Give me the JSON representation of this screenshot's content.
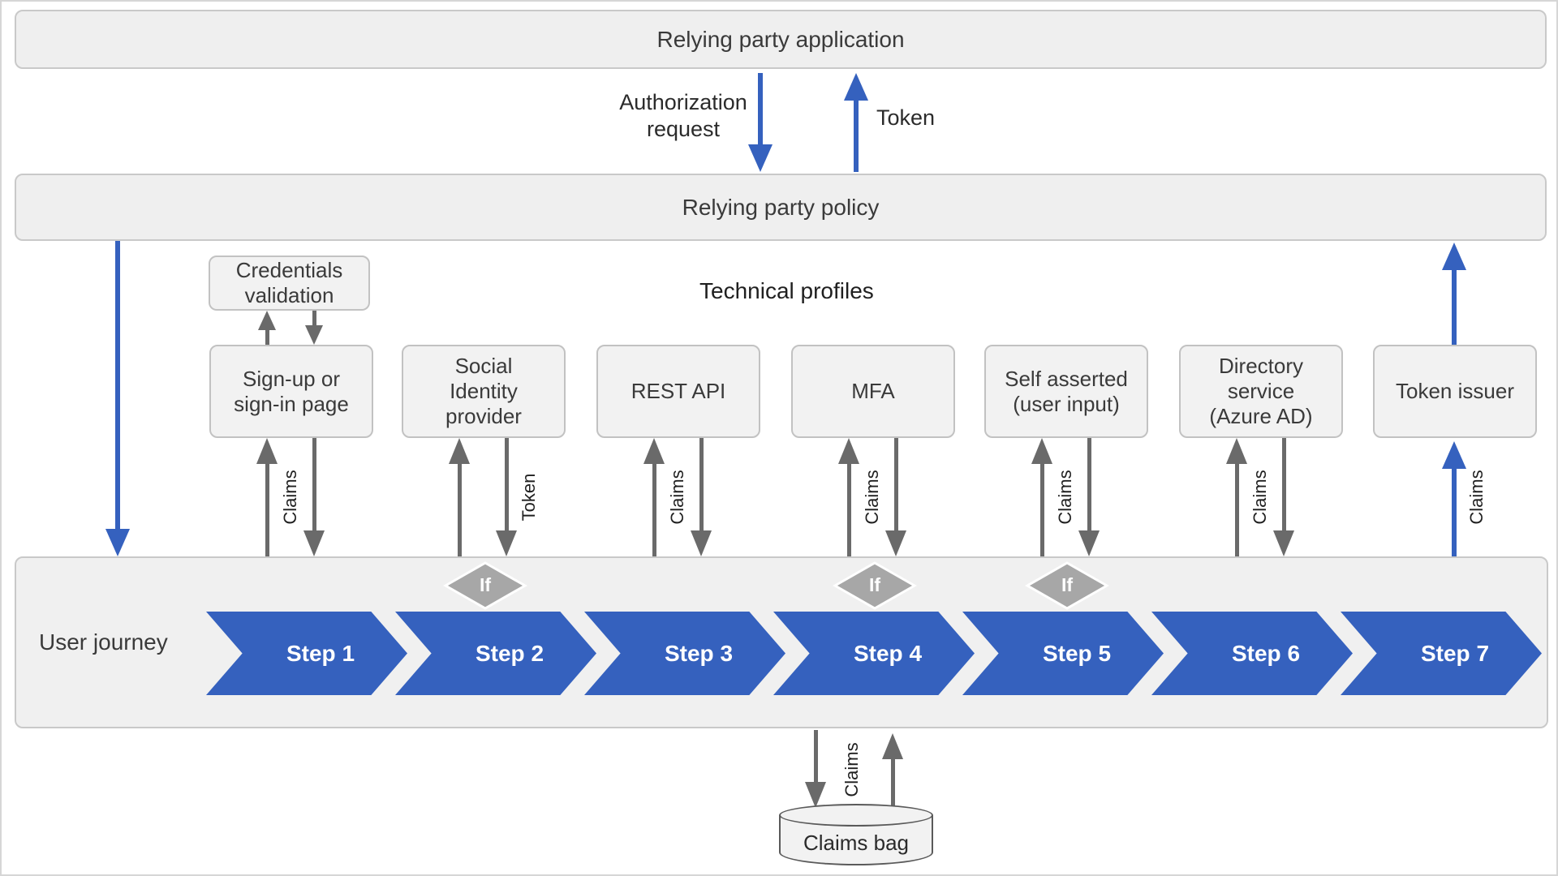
{
  "diagram": {
    "app_title": "Relying party application",
    "policy_title": "Relying party policy",
    "technical_profiles_heading": "Technical profiles",
    "authorization_request_label": "Authorization request",
    "token_label": "Token",
    "credentials_validation_label": "Credentials validation",
    "user_journey_label": "User journey",
    "claims_bag_label": "Claims bag",
    "if_label": "If",
    "token_issuer_claims_label": "Claims",
    "claims_bag_exchange_label": "Claims",
    "technical_profiles": [
      {
        "label": "Sign-up or sign-in page",
        "exchange_label": "Claims"
      },
      {
        "label": "Social Identity provider",
        "exchange_label": "Token"
      },
      {
        "label": "REST API",
        "exchange_label": "Claims"
      },
      {
        "label": "MFA",
        "exchange_label": "Claims"
      },
      {
        "label": "Self asserted (user input)",
        "exchange_label": "Claims"
      },
      {
        "label": "Directory service (Azure AD)",
        "exchange_label": "Claims"
      },
      {
        "label": "Token issuer",
        "exchange_label": "Claims"
      }
    ],
    "steps": [
      "Step 1",
      "Step 2",
      "Step 3",
      "Step 4",
      "Step 5",
      "Step 6",
      "Step 7"
    ],
    "colors": {
      "accent_blue": "#3561be",
      "arrow_gray": "#6a6a6a",
      "diamond_gray": "#a7a7a7",
      "box_fill": "#f2f2f2",
      "box_border": "#c2c2c2"
    }
  }
}
